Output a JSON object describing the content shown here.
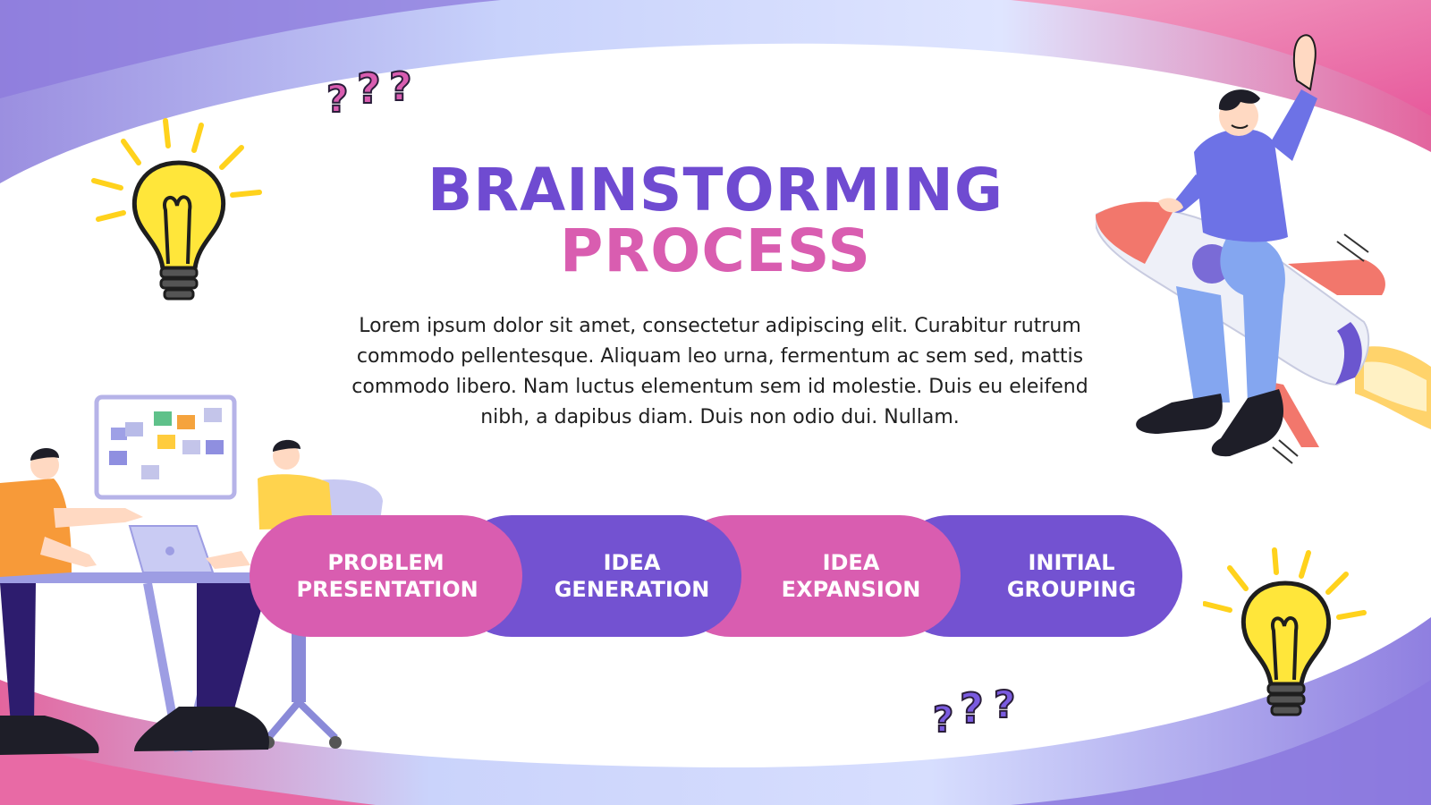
{
  "slide": {
    "title_line1": "BRAINSTORMING",
    "title_line2": "PROCESS",
    "body": "Lorem ipsum dolor sit amet, consectetur adipiscing elit. Curabitur rutrum commodo pellentesque. Aliquam leo urna, fermentum ac sem sed, mattis commodo libero. Nam luctus elementum sem id molestie. Duis eu eleifend nibh, a dapibus diam. Duis non odio dui. Nullam."
  },
  "steps": [
    {
      "label": "PROBLEM PRESENTATION",
      "color": "#d95db0"
    },
    {
      "label": "IDEA GENERATION",
      "color": "#7352d1"
    },
    {
      "label": "IDEA EXPANSION",
      "color": "#d95db0"
    },
    {
      "label": "INITIAL GROUPING",
      "color": "#7352d1"
    }
  ],
  "colors": {
    "purple": "#6f4bd1",
    "pink": "#d95db0",
    "lavender": "#c9d4ff",
    "bulb_yellow": "#ffe03a"
  },
  "icons": [
    "question-marks-icon",
    "light-bulb-icon",
    "rocket-rider-illustration",
    "team-meeting-illustration",
    "whiteboard-icon"
  ]
}
